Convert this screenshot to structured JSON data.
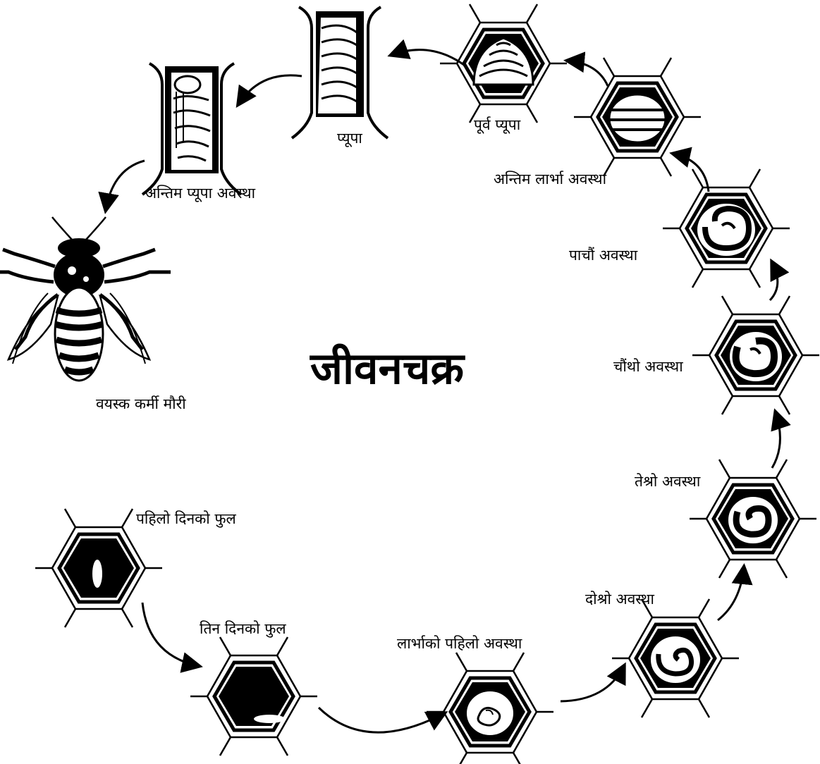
{
  "title": "जीवनचक्र",
  "stages": [
    {
      "id": "egg-day1",
      "label": "पहिलो दिनको फुल"
    },
    {
      "id": "egg-day3",
      "label": "तिन दिनको फुल"
    },
    {
      "id": "larva-first",
      "label": "लार्भाको पहिलो अवस्था"
    },
    {
      "id": "larva-second",
      "label": "दोश्रो अवस्था"
    },
    {
      "id": "larva-third",
      "label": "तेश्रो अवस्था"
    },
    {
      "id": "larva-fourth",
      "label": "चौंथो अवस्था"
    },
    {
      "id": "larva-fifth",
      "label": "पाचौं अवस्था"
    },
    {
      "id": "larva-final",
      "label": "अन्तिम लार्भा अवस्था"
    },
    {
      "id": "pre-pupa",
      "label": "पूर्व प्यूपा"
    },
    {
      "id": "pupa",
      "label": "प्यूपा"
    },
    {
      "id": "pupa-final",
      "label": "अन्तिम प्यूपा अवस्था"
    },
    {
      "id": "adult-worker",
      "label": "वयस्क कर्मी मौरी"
    }
  ],
  "colors": {
    "ink": "#000000",
    "paper": "#ffffff"
  }
}
